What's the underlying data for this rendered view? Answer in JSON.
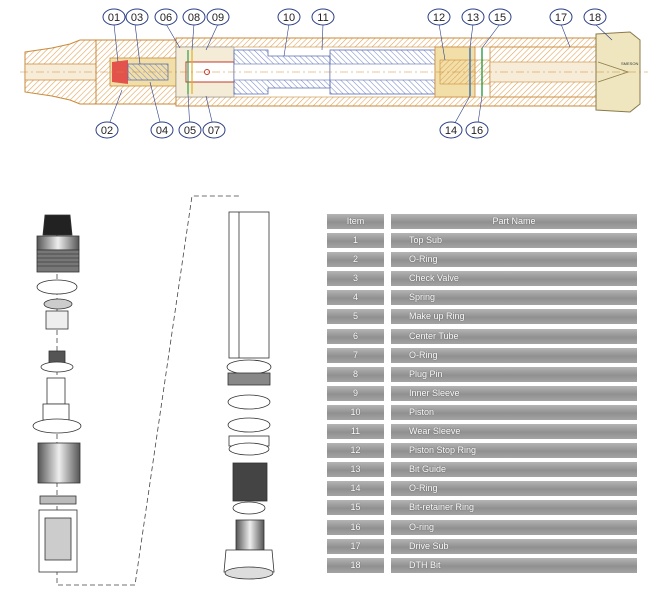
{
  "callouts": [
    "01",
    "02",
    "03",
    "04",
    "05",
    "06",
    "07",
    "08",
    "09",
    "10",
    "11",
    "12",
    "13",
    "14",
    "15",
    "16",
    "17",
    "18"
  ],
  "bit_marking": "SMESON",
  "table": {
    "header": {
      "item": "Item",
      "part_name": "Part Name"
    },
    "rows": [
      {
        "item": "1",
        "name": "Top Sub"
      },
      {
        "item": "2",
        "name": "O-Ring"
      },
      {
        "item": "3",
        "name": "Check Valve"
      },
      {
        "item": "4",
        "name": "Spring"
      },
      {
        "item": "5",
        "name": "Make up Ring"
      },
      {
        "item": "6",
        "name": "Center Tube"
      },
      {
        "item": "7",
        "name": "O-Ring"
      },
      {
        "item": "8",
        "name": "Plug Pin"
      },
      {
        "item": "9",
        "name": "Inner Sleeve"
      },
      {
        "item": "10",
        "name": "Piston"
      },
      {
        "item": "11",
        "name": "Wear Sleeve"
      },
      {
        "item": "12",
        "name": "Piston Stop Ring"
      },
      {
        "item": "13",
        "name": "Bit Guide"
      },
      {
        "item": "14",
        "name": "O-Ring"
      },
      {
        "item": "15",
        "name": "Bit-retainer Ring"
      },
      {
        "item": "16",
        "name": "O-ring"
      },
      {
        "item": "17",
        "name": "Drive Sub"
      },
      {
        "item": "18",
        "name": "DTH Bit"
      }
    ]
  },
  "colors": {
    "body_line": "#c98a3a",
    "hatch_orange": "#e0a55a",
    "hatch_blue": "#7a8cc9",
    "sub_fill": "#f2dfa8",
    "bit_fill": "#efe6bf",
    "red_part": "#e23b3b",
    "callout_ring": "#2b3f86",
    "table_cell": "#9c9c9c"
  }
}
